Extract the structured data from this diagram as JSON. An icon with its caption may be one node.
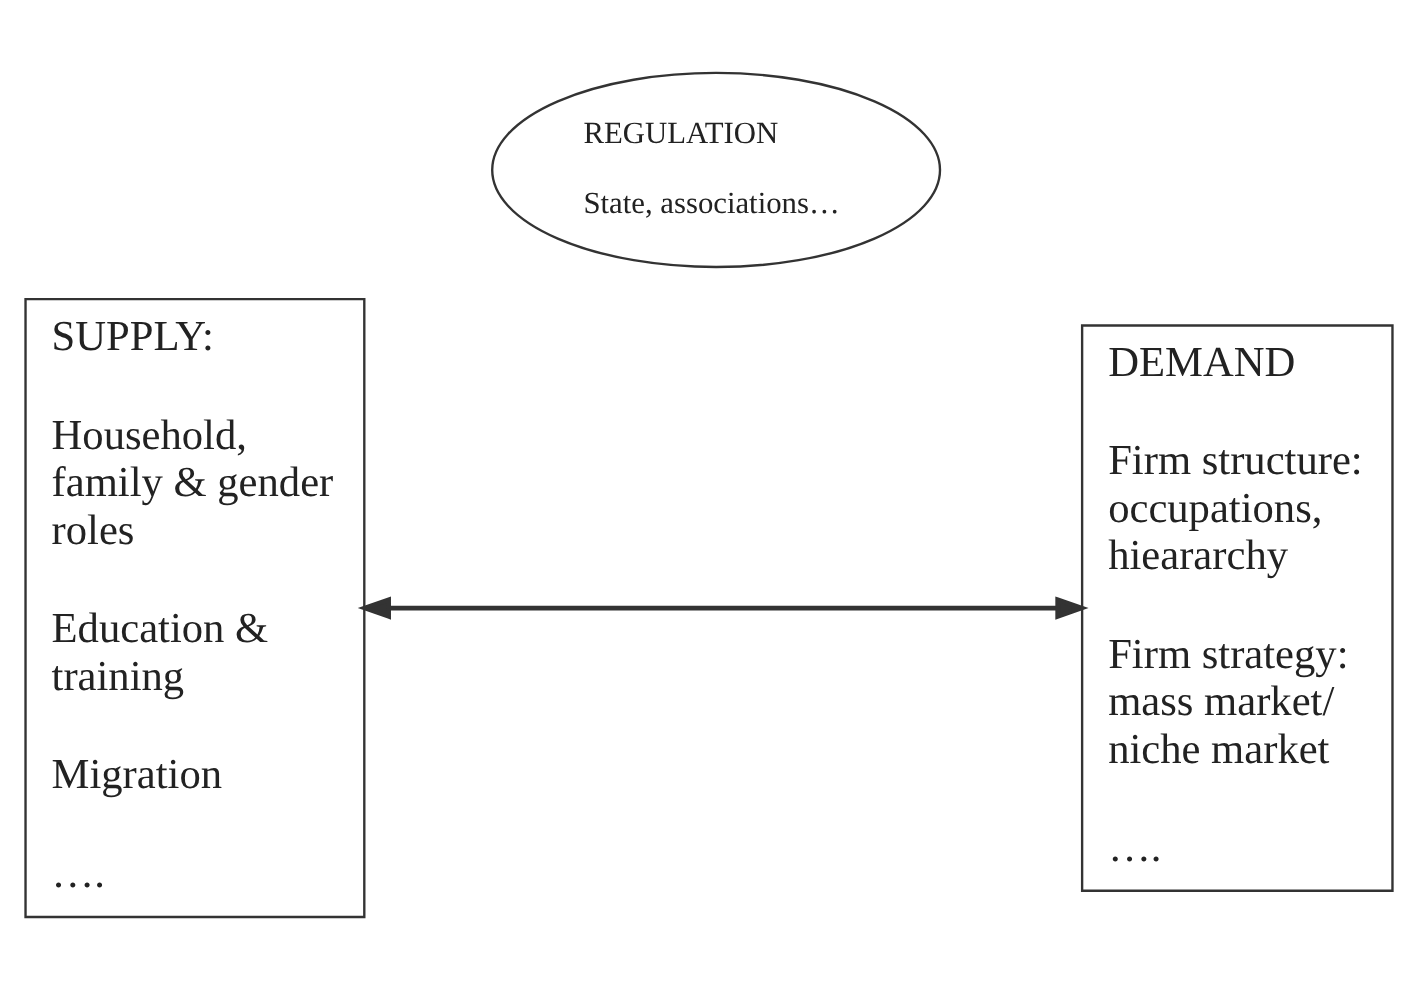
{
  "diagram": {
    "nodes": [
      {
        "text": [
          "SUPPLY:",
          "Household, family & gender roles",
          "Education & training",
          "Migration",
          "…."
        ]
      },
      {
        "text": [
          "REGULATION",
          "State, associations…"
        ]
      },
      {
        "text": [
          "DEMAND",
          "Firm structure: occupations, hieararchy",
          "Firm strategy: mass market/ niche market",
          "…."
        ]
      }
    ],
    "edges": [
      {
        "from": 0,
        "to": 2,
        "arrow": "both"
      }
    ]
  }
}
